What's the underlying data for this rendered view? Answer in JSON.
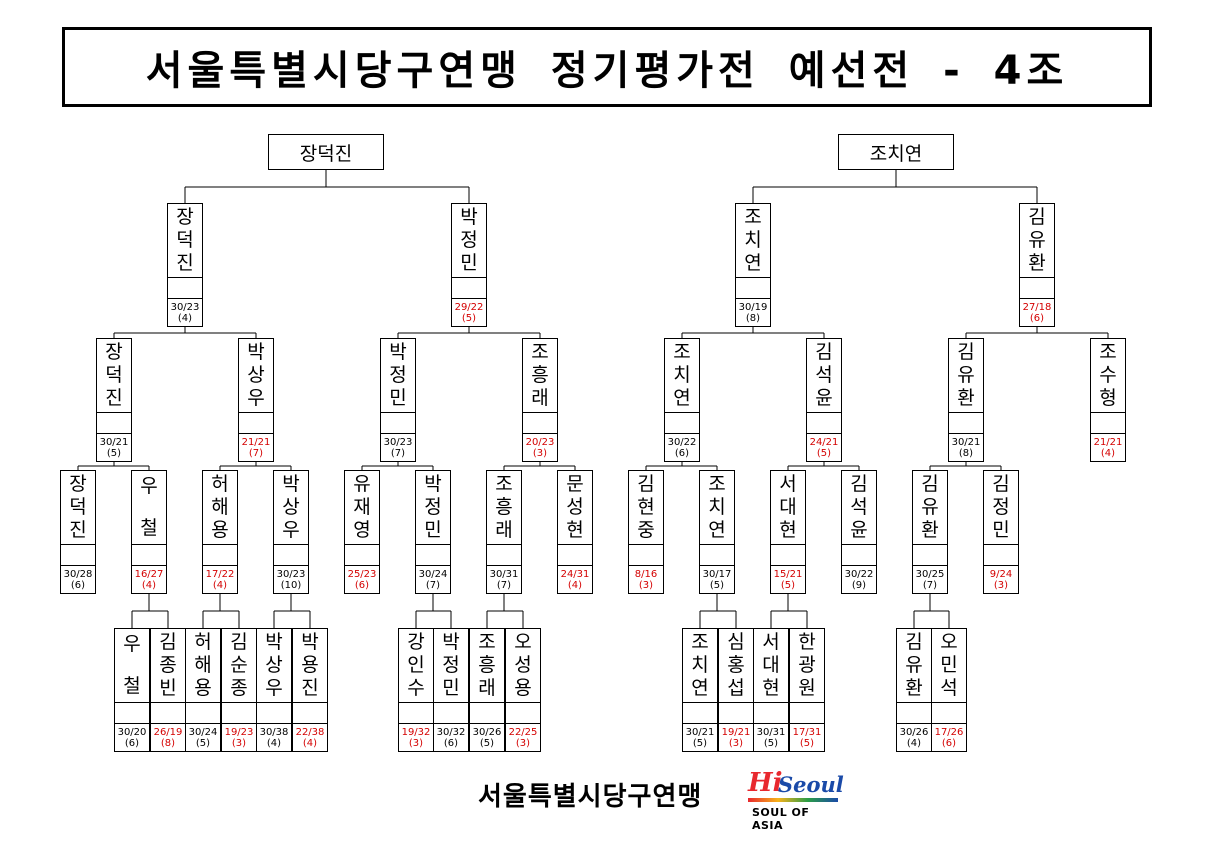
{
  "title": "서울특별시당구연맹 정기평가전 예선전 - 4조",
  "footer": {
    "org": "서울특별시당구연맹",
    "logo_hi": "Hi",
    "logo_seoul": "Seoul",
    "logo_tagline": "SOUL OF ASIA"
  },
  "colors": {
    "win": "#000000",
    "loss": "#d40000"
  },
  "groups": [
    {
      "champion": "장덕진",
      "matches": [
        {
          "id": "L0",
          "a": [
            "우",
            "철"
          ],
          "b": [
            "김종빈"
          ]
        },
        {
          "id": "L1",
          "a": [
            "허해용"
          ],
          "b": [
            "김순종"
          ]
        },
        {
          "id": "L2",
          "a": [
            "박상우"
          ],
          "b": [
            "박용진"
          ]
        },
        {
          "id": "L3",
          "a": [
            "강인수"
          ],
          "b": [
            "박정민"
          ]
        },
        {
          "id": "L4",
          "a": [
            "조흥래"
          ],
          "b": [
            "오성용"
          ]
        },
        {
          "id": "D0",
          "a": [
            "장덕진"
          ],
          "b": [
            "L0"
          ]
        },
        {
          "id": "D1",
          "a": [
            "L1"
          ],
          "b": [
            "L2"
          ]
        },
        {
          "id": "D2",
          "a": [
            "유재영"
          ],
          "b": [
            "L3"
          ]
        },
        {
          "id": "D3",
          "a": [
            "L4"
          ],
          "b": [
            "문성현"
          ]
        },
        {
          "id": "C0",
          "a": [
            "D0"
          ],
          "b": [
            "D1"
          ]
        },
        {
          "id": "C1",
          "a": [
            "D2"
          ],
          "b": [
            "D3"
          ]
        },
        {
          "id": "B0",
          "a": [
            "C0"
          ],
          "b": [
            "C1"
          ]
        }
      ]
    },
    {
      "champion": "조치연",
      "matches": []
    }
  ],
  "nodes": [
    {
      "name": "우 철",
      "score": "30/20",
      "rank": "(6)",
      "lost": false
    },
    {
      "name": "김종빈",
      "score": "26/19",
      "rank": "(8)",
      "lost": true
    },
    {
      "name": "허해용",
      "score": "30/24",
      "rank": "(5)",
      "lost": false
    },
    {
      "name": "김순종",
      "score": "19/23",
      "rank": "(3)",
      "lost": true
    },
    {
      "name": "박상우",
      "score": "30/38",
      "rank": "(4)",
      "lost": false
    },
    {
      "name": "박용진",
      "score": "22/38",
      "rank": "(4)",
      "lost": true
    },
    {
      "name": "강인수",
      "score": "19/32",
      "rank": "(3)",
      "lost": true
    },
    {
      "name": "박정민",
      "score": "30/32",
      "rank": "(6)",
      "lost": false
    },
    {
      "name": "조흥래",
      "score": "30/26",
      "rank": "(5)",
      "lost": false
    },
    {
      "name": "오성용",
      "score": "22/25",
      "rank": "(3)",
      "lost": true
    },
    {
      "name": "조치연",
      "score": "30/21",
      "rank": "(5)",
      "lost": false
    },
    {
      "name": "심홍섭",
      "score": "19/21",
      "rank": "(3)",
      "lost": true
    },
    {
      "name": "서대현",
      "score": "30/31",
      "rank": "(5)",
      "lost": false
    },
    {
      "name": "한광원",
      "score": "17/31",
      "rank": "(5)",
      "lost": true
    },
    {
      "name": "김유환",
      "score": "30/26",
      "rank": "(4)",
      "lost": false
    },
    {
      "name": "오민석",
      "score": "17/26",
      "rank": "(6)",
      "lost": true
    },
    {
      "name": "장덕진",
      "score": "30/28",
      "rank": "(6)",
      "lost": false
    },
    {
      "name": "우 철",
      "score": "16/27",
      "rank": "(4)",
      "lost": true
    },
    {
      "name": "허해용",
      "score": "17/22",
      "rank": "(4)",
      "lost": true
    },
    {
      "name": "박상우",
      "score": "30/23",
      "rank": "(10)",
      "lost": false
    },
    {
      "name": "유재영",
      "score": "25/23",
      "rank": "(6)",
      "lost": true
    },
    {
      "name": "박정민",
      "score": "30/24",
      "rank": "(7)",
      "lost": false
    },
    {
      "name": "조흥래",
      "score": "30/31",
      "rank": "(7)",
      "lost": false
    },
    {
      "name": "문성현",
      "score": "24/31",
      "rank": "(4)",
      "lost": true
    },
    {
      "name": "김현중",
      "score": "8/16",
      "rank": "(3)",
      "lost": true
    },
    {
      "name": "조치연",
      "score": "30/17",
      "rank": "(5)",
      "lost": false
    },
    {
      "name": "서대현",
      "score": "15/21",
      "rank": "(5)",
      "lost": true
    },
    {
      "name": "김석윤",
      "score": "30/22",
      "rank": "(9)",
      "lost": false
    },
    {
      "name": "김유환",
      "score": "30/25",
      "rank": "(7)",
      "lost": false
    },
    {
      "name": "김정민",
      "score": "9/24",
      "rank": "(3)",
      "lost": true
    },
    {
      "name": "장덕진",
      "score": "30/21",
      "rank": "(5)",
      "lost": false
    },
    {
      "name": "박상우",
      "score": "21/21",
      "rank": "(7)",
      "lost": true
    },
    {
      "name": "박정민",
      "score": "30/23",
      "rank": "(7)",
      "lost": false
    },
    {
      "name": "조흥래",
      "score": "20/23",
      "rank": "(3)",
      "lost": true
    },
    {
      "name": "조치연",
      "score": "30/22",
      "rank": "(6)",
      "lost": false
    },
    {
      "name": "김석윤",
      "score": "24/21",
      "rank": "(5)",
      "lost": true
    },
    {
      "name": "김유환",
      "score": "30/21",
      "rank": "(8)",
      "lost": false
    },
    {
      "name": "조수형",
      "score": "21/21",
      "rank": "(4)",
      "lost": true
    },
    {
      "name": "장덕진",
      "score": "30/23",
      "rank": "(4)",
      "lost": false
    },
    {
      "name": "박정민",
      "score": "29/22",
      "rank": "(5)",
      "lost": true
    },
    {
      "name": "조치연",
      "score": "30/19",
      "rank": "(8)",
      "lost": false
    },
    {
      "name": "김유환",
      "score": "27/18",
      "rank": "(6)",
      "lost": true
    }
  ],
  "champions": [
    "장덕진",
    "조치연"
  ]
}
